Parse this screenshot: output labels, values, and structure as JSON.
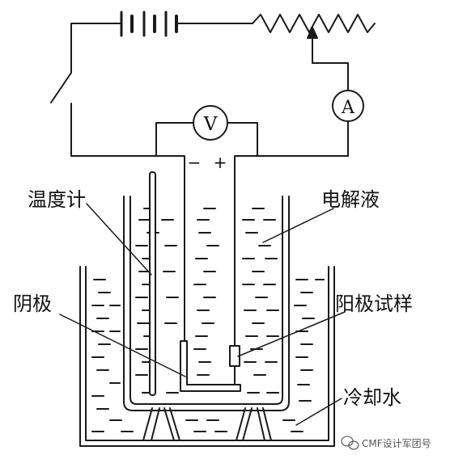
{
  "labels": {
    "thermometer": "温度计",
    "electrolyte": "电解液",
    "cathode": "阴极",
    "anode_sample": "阳极试样",
    "cooling_water": "冷却水"
  },
  "meters": {
    "voltmeter": "V",
    "ammeter": "A"
  },
  "polarity": {
    "negative": "−",
    "positive": "+"
  },
  "watermark": {
    "text": "CMF设计军团号"
  }
}
